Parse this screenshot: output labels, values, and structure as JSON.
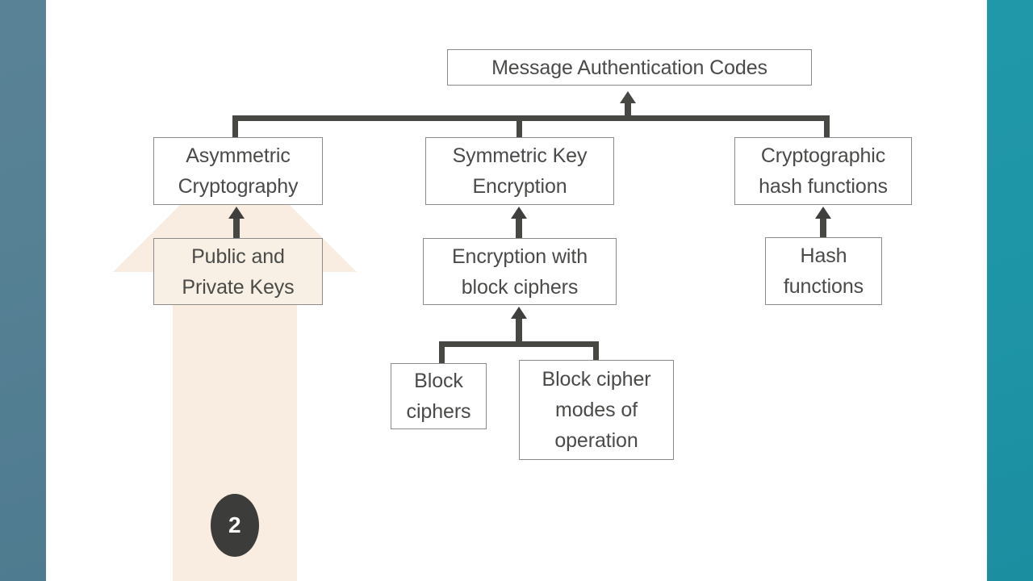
{
  "slide": {
    "background_color": "#ffffff",
    "sidebar_left_color": "#5A8296",
    "sidebar_right_color": "#1E95A7",
    "highlight_color": "#F8EDE0",
    "connector_color": "#474744",
    "node_border_color": "#8b8b8b",
    "node_text_color": "#4a4a48",
    "badge_color": "#3C3C3A",
    "badge_text": "2"
  },
  "diagram": {
    "type": "hierarchy",
    "root": {
      "label": "Message Authentication Codes"
    },
    "columns": [
      {
        "id": "asymmetric",
        "nodes": [
          {
            "label": "Asymmetric\nCryptography"
          },
          {
            "label": "Public and\nPrivate Keys"
          }
        ]
      },
      {
        "id": "symmetric",
        "nodes": [
          {
            "label": "Symmetric Key\nEncryption"
          },
          {
            "label": "Encryption with\nblock ciphers"
          },
          {
            "label": "Block\nciphers"
          },
          {
            "label": "Block cipher\nmodes of\noperation"
          }
        ]
      },
      {
        "id": "hashes",
        "nodes": [
          {
            "label": "Cryptographic\nhash functions"
          },
          {
            "label": "Hash\nfunctions"
          }
        ]
      }
    ]
  }
}
